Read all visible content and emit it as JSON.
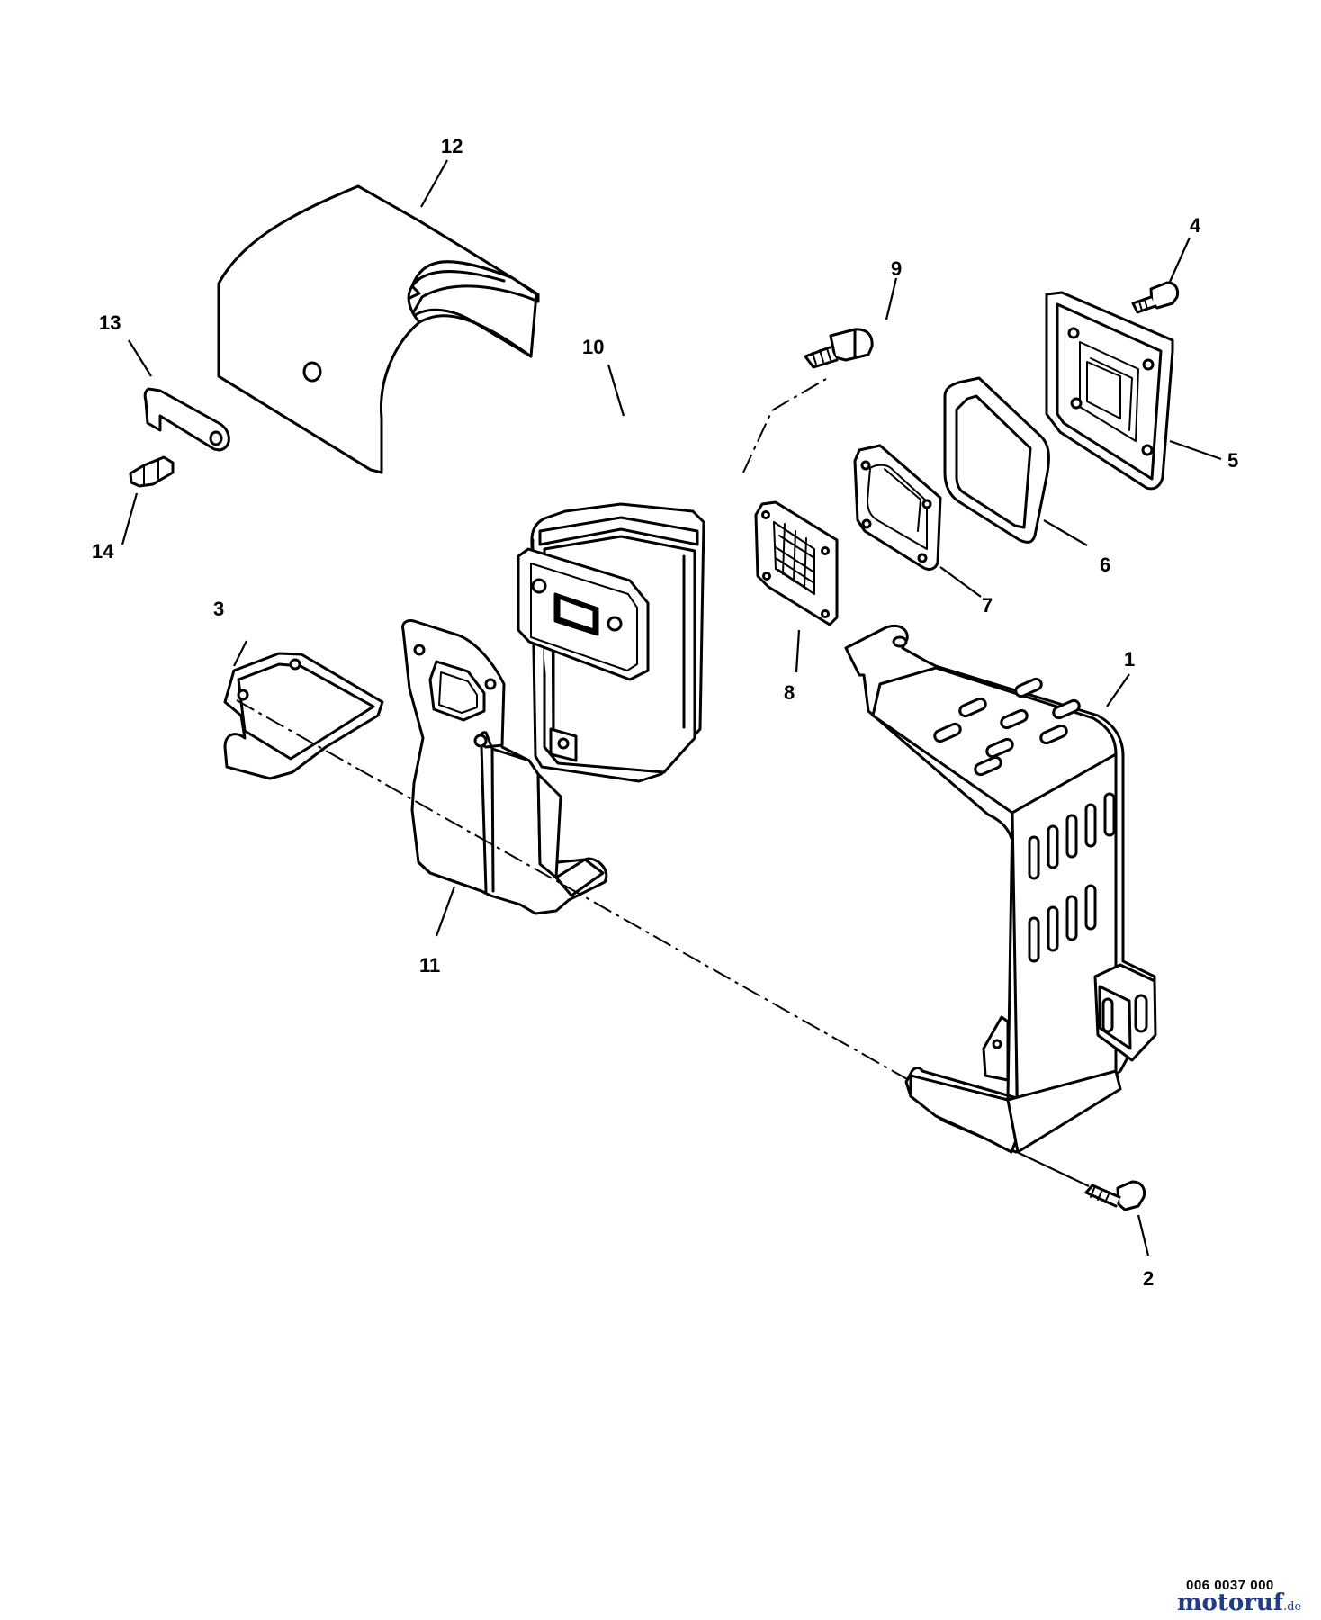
{
  "diagram": {
    "callouts": [
      "1",
      "2",
      "3",
      "4",
      "5",
      "6",
      "7",
      "8",
      "9",
      "10",
      "11",
      "12",
      "13",
      "14"
    ],
    "reference_number": "006 0037 000",
    "watermark": {
      "name": "motoruf",
      "tld": ".de"
    }
  }
}
